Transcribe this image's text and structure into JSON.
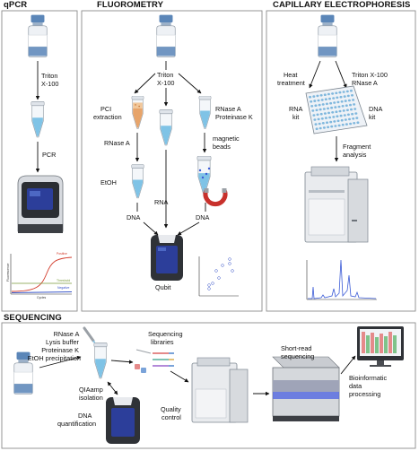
{
  "sections": {
    "qpcr": {
      "title": "qPCR"
    },
    "fluorometry": {
      "title": "FLUOROMETRY"
    },
    "capillary": {
      "title": "CAPILLARY ELECTROPHORESIS"
    },
    "sequencing": {
      "title": "SEQUENCING"
    }
  },
  "qpcr": {
    "lysis": [
      "Triton",
      "X-100"
    ],
    "step": "PCR",
    "curve_legend": [
      "Positive",
      "Threshold",
      "Negative"
    ],
    "axis_y": "Fluorescence",
    "axis_x": "Cycles"
  },
  "fluorometry": {
    "lysis": [
      "Triton",
      "X-100"
    ],
    "pci": [
      "PCI",
      "extraction"
    ],
    "rnase_pk": [
      "RNase A",
      "Proteinase K"
    ],
    "rnase": "RNase A",
    "etoh": "EtOH",
    "magnetic": [
      "magnetic",
      "beads"
    ],
    "rna": "RNA",
    "dna_left": "DNA",
    "dna_right": "DNA",
    "device": "Qubit"
  },
  "capillary": {
    "heat": [
      "Heat",
      "treatment"
    ],
    "triton_rnase": [
      "Triton X-100",
      "RNase A"
    ],
    "rna_kit": [
      "RNA",
      "kit"
    ],
    "dna_kit": [
      "DNA",
      "kit"
    ],
    "fragment": [
      "Fragment",
      "analysis"
    ]
  },
  "sequencing": {
    "reagents": [
      "RNase A",
      "Lysis buffer",
      "Proteinase K",
      "EtOH precipitation"
    ],
    "qiaamp": [
      "QIAamp",
      "isolation"
    ],
    "dna_quant": [
      "DNA",
      "quantification"
    ],
    "libraries": [
      "Sequencing",
      "libraries"
    ],
    "qc": [
      "Quality",
      "control"
    ],
    "short_read": [
      "Short-read",
      "sequencing"
    ],
    "bioinfo": [
      "Bioinformatic",
      "data",
      "processing"
    ]
  },
  "colors": {
    "panel_border": "#8c8c8c",
    "bottle_cap": "#5b86b8",
    "liquid_blue": "#7fc3e6",
    "screen_blue": "#2c3e9a",
    "peak_blue": "#3b5bd6",
    "curve_red": "#d23a2a",
    "curve_blue": "#3a56c8",
    "threshold_green": "#7a9a3a",
    "magnet_red": "#c8312c"
  },
  "icons": [
    "vial-icon",
    "tube-icon",
    "thermocycler-icon",
    "qubit-icon",
    "magnet-icon",
    "well-plate-icon",
    "fragment-analyzer-icon",
    "sequencer-icon",
    "monitor-icon",
    "pipette-icon"
  ]
}
